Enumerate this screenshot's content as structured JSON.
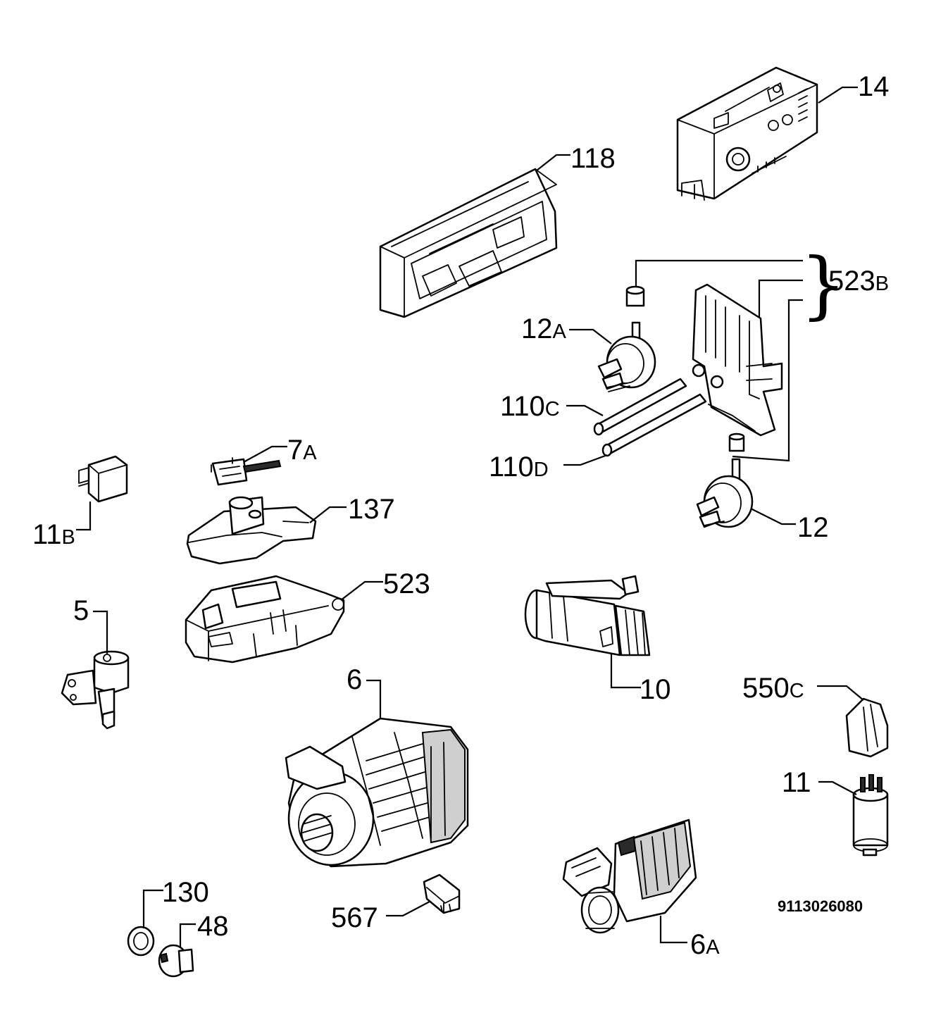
{
  "diagram_code": "9113026080",
  "labels": {
    "p14": {
      "num": "14",
      "suffix": ""
    },
    "p118": {
      "num": "118",
      "suffix": ""
    },
    "p523b": {
      "num": "523",
      "suffix": "B"
    },
    "p12a": {
      "num": "12",
      "suffix": "A"
    },
    "p110c": {
      "num": "110",
      "suffix": "C"
    },
    "p110d": {
      "num": "110",
      "suffix": "D"
    },
    "p12": {
      "num": "12",
      "suffix": ""
    },
    "p7a": {
      "num": "7",
      "suffix": "A"
    },
    "p11b": {
      "num": "11",
      "suffix": "B"
    },
    "p137": {
      "num": "137",
      "suffix": ""
    },
    "p523": {
      "num": "523",
      "suffix": ""
    },
    "p5": {
      "num": "5",
      "suffix": ""
    },
    "p10": {
      "num": "10",
      "suffix": ""
    },
    "p6": {
      "num": "6",
      "suffix": ""
    },
    "p550c": {
      "num": "550",
      "suffix": "C"
    },
    "p11": {
      "num": "11",
      "suffix": ""
    },
    "p130": {
      "num": "130",
      "suffix": ""
    },
    "p48": {
      "num": "48",
      "suffix": ""
    },
    "p567": {
      "num": "567",
      "suffix": ""
    },
    "p6a": {
      "num": "6",
      "suffix": "A"
    }
  }
}
